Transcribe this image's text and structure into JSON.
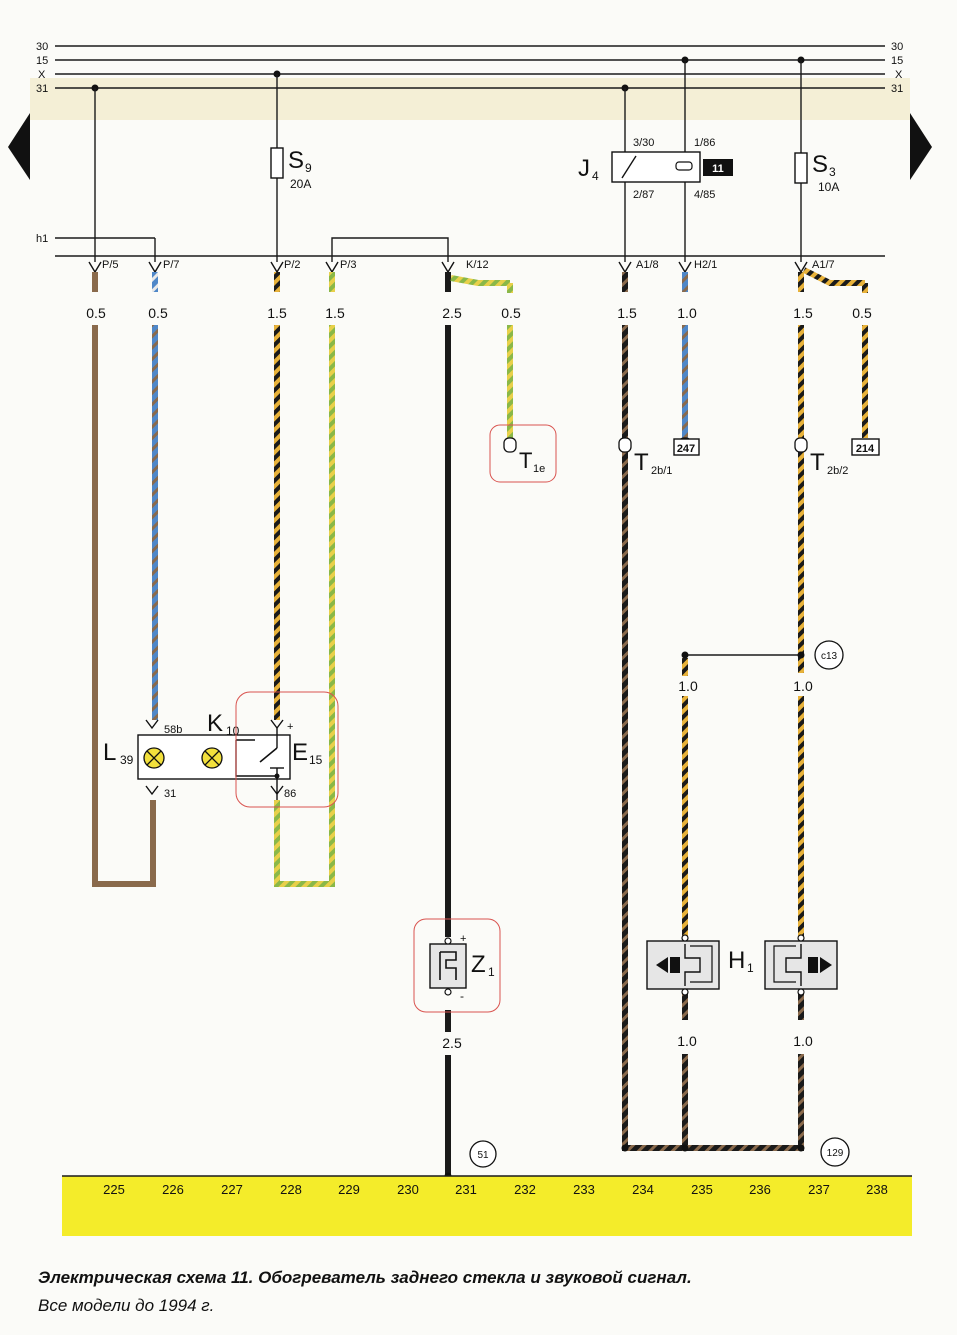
{
  "rails": {
    "left_labels": [
      "30",
      "15",
      "X",
      "31"
    ],
    "right_labels": [
      "30",
      "15",
      "X",
      "31"
    ],
    "h1_label": "h1"
  },
  "connectors": [
    "P/5",
    "P/7",
    "P/2",
    "P/3",
    "K/12",
    "A1/8",
    "H2/1",
    "A1/7"
  ],
  "wire_sizes": {
    "w1": "0.5",
    "w2": "0.5",
    "w3": "1.5",
    "w4": "1.5",
    "w5": "2.5",
    "w6": "0.5",
    "w7": "1.5",
    "w8": "1.0",
    "w9": "1.5",
    "w10": "0.5",
    "z1_bottom": "2.5",
    "h_left_top": "1.0",
    "h_right_top": "1.0",
    "h_left_bottom": "1.0",
    "h_right_bottom": "1.0"
  },
  "components": {
    "s9": {
      "letter": "S",
      "sub": "9",
      "rating": "20A"
    },
    "s3": {
      "letter": "S",
      "sub": "3",
      "rating": "10A"
    },
    "j4": {
      "letter": "J",
      "sub": "4",
      "pin_3_30": "3/30",
      "pin_1_86": "1/86",
      "pin_2_87": "2/87",
      "pin_4_85": "4/85",
      "badge": "11"
    },
    "t1e": {
      "letter": "T",
      "sub": "1e"
    },
    "t2b1": {
      "letter": "T",
      "sub": "2b/1",
      "ref": "247"
    },
    "t2b2": {
      "letter": "T",
      "sub": "2b/2",
      "ref": "214"
    },
    "l39": {
      "letter": "L",
      "sub": "39",
      "pin_top": "58b",
      "pin_bottom": "31"
    },
    "k10": {
      "letter": "K",
      "sub": "10"
    },
    "e15": {
      "letter": "E",
      "sub": "15",
      "pin_top": "+",
      "pin_bottom": "86"
    },
    "z1": {
      "letter": "Z",
      "sub": "1",
      "plus": "+",
      "minus": "-"
    },
    "h1": {
      "letter": "H",
      "sub": "1"
    },
    "c13": {
      "label": "c13"
    }
  },
  "ground_points": [
    "51",
    "129"
  ],
  "grid_numbers": [
    "225",
    "226",
    "227",
    "228",
    "229",
    "230",
    "231",
    "232",
    "233",
    "234",
    "235",
    "236",
    "237",
    "238"
  ],
  "colors": {
    "rail": "#1a1a1a",
    "yellow_band": "#f4ec2a",
    "brown_wire": "#8a6a4c",
    "black_wire": "#1a1a1a",
    "yellow_stripe": "#e8b23a",
    "blue_stripe": "#4f87c8",
    "green_stripe": "#8ab848",
    "highlight_box": "#d9534f"
  },
  "icons": [
    "arrow-left-icon",
    "arrow-right-icon",
    "fuse-icon",
    "lamp-icon",
    "relay-icon",
    "heater-icon",
    "horn-icon",
    "connector-icon"
  ],
  "caption": {
    "title": "Электрическая схема 11. Обогреватель заднего стекла и звуковой сигнал.",
    "subtitle": "Все модели до 1994 г."
  }
}
